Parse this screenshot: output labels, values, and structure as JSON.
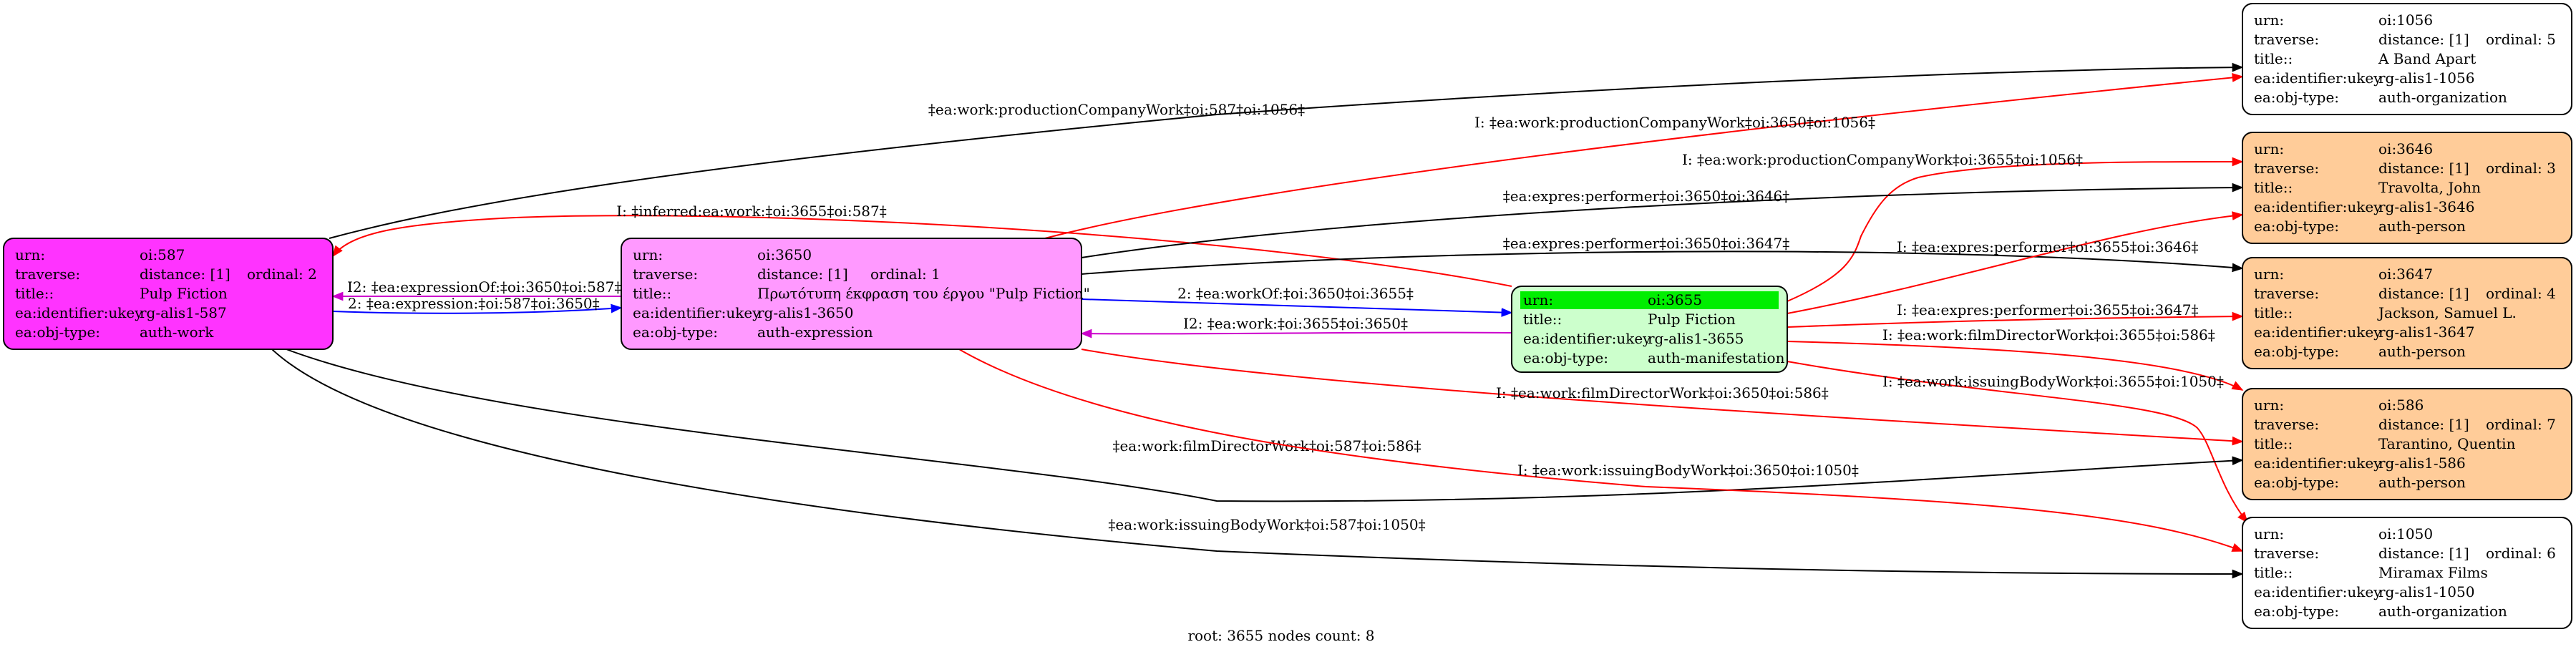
{
  "colors": {
    "auth-work": "#ff33ff",
    "auth-expression": "#ff99ff",
    "auth-manifestation": "#ccffcc",
    "auth-person": "#ffcc99",
    "auth-organization": "#ffffff",
    "root-highlight": "#00ee00",
    "edge-black": "#000000",
    "edge-red": "#ff0000",
    "edge-blue": "#0000ff",
    "edge-magenta": "#cc00cc"
  },
  "nodes": [
    {
      "id": "oi587",
      "fill": "auth-work",
      "rows": [
        [
          "urn:",
          "oi:587",
          ""
        ],
        [
          "traverse:",
          "distance: [1]",
          "ordinal: 2"
        ],
        [
          "title::",
          "Pulp Fiction",
          ""
        ],
        [
          "ea:identifier:ukey",
          "rg-alis1-587",
          ""
        ],
        [
          "ea:obj-type:",
          "auth-work",
          ""
        ]
      ]
    },
    {
      "id": "oi3650",
      "fill": "auth-expression",
      "rows": [
        [
          "urn:",
          "oi:3650",
          ""
        ],
        [
          "traverse:",
          "distance: [1]",
          "ordinal: 1"
        ],
        [
          "title::",
          "Πρωτότυπη έκφραση του έργου \"Pulp Fiction\"",
          ""
        ],
        [
          "ea:identifier:ukey",
          "rg-alis1-3650",
          ""
        ],
        [
          "ea:obj-type:",
          "auth-expression",
          ""
        ]
      ]
    },
    {
      "id": "oi3655",
      "fill": "auth-manifestation",
      "root": true,
      "rows": [
        [
          "urn:",
          "oi:3655",
          ""
        ],
        [
          "title::",
          "Pulp Fiction",
          ""
        ],
        [
          "ea:identifier:ukey",
          "rg-alis1-3655",
          ""
        ],
        [
          "ea:obj-type:",
          "auth-manifestation",
          ""
        ]
      ]
    },
    {
      "id": "oi1056",
      "fill": "auth-organization",
      "rows": [
        [
          "urn:",
          "oi:1056",
          ""
        ],
        [
          "traverse:",
          "distance: [1]",
          "ordinal: 5"
        ],
        [
          "title::",
          "A Band Apart",
          ""
        ],
        [
          "ea:identifier:ukey",
          "rg-alis1-1056",
          ""
        ],
        [
          "ea:obj-type:",
          "auth-organization",
          ""
        ]
      ]
    },
    {
      "id": "oi3646",
      "fill": "auth-person",
      "rows": [
        [
          "urn:",
          "oi:3646",
          ""
        ],
        [
          "traverse:",
          "distance: [1]",
          "ordinal: 3"
        ],
        [
          "title::",
          "Travolta, John",
          ""
        ],
        [
          "ea:identifier:ukey",
          "rg-alis1-3646",
          ""
        ],
        [
          "ea:obj-type:",
          "auth-person",
          ""
        ]
      ]
    },
    {
      "id": "oi3647",
      "fill": "auth-person",
      "rows": [
        [
          "urn:",
          "oi:3647",
          ""
        ],
        [
          "traverse:",
          "distance: [1]",
          "ordinal: 4"
        ],
        [
          "title::",
          "Jackson, Samuel L.",
          ""
        ],
        [
          "ea:identifier:ukey",
          "rg-alis1-3647",
          ""
        ],
        [
          "ea:obj-type:",
          "auth-person",
          ""
        ]
      ]
    },
    {
      "id": "oi586",
      "fill": "auth-person",
      "rows": [
        [
          "urn:",
          "oi:586",
          ""
        ],
        [
          "traverse:",
          "distance: [1]",
          "ordinal: 7"
        ],
        [
          "title::",
          "Tarantino, Quentin",
          ""
        ],
        [
          "ea:identifier:ukey",
          "rg-alis1-586",
          ""
        ],
        [
          "ea:obj-type:",
          "auth-person",
          ""
        ]
      ]
    },
    {
      "id": "oi1050",
      "fill": "auth-organization",
      "rows": [
        [
          "urn:",
          "oi:1050",
          ""
        ],
        [
          "traverse:",
          "distance: [1]",
          "ordinal: 6"
        ],
        [
          "title::",
          "Miramax Films",
          ""
        ],
        [
          "ea:identifier:ukey",
          "rg-alis1-1050",
          ""
        ],
        [
          "ea:obj-type:",
          "auth-organization",
          ""
        ]
      ]
    }
  ],
  "edges": [
    {
      "id": "e01",
      "from": "oi587",
      "to": "oi1056",
      "color": "edge-black",
      "label": "‡ea:work:productionCompanyWork‡oi:587‡oi:1056‡"
    },
    {
      "id": "e02",
      "from": "oi3650",
      "to": "oi1056",
      "color": "edge-red",
      "label": "I: ‡ea:work:productionCompanyWork‡oi:3650‡oi:1056‡"
    },
    {
      "id": "e03",
      "from": "oi3655",
      "to": "oi1056",
      "color": "edge-red",
      "label": "I: ‡ea:work:productionCompanyWork‡oi:3655‡oi:1056‡"
    },
    {
      "id": "e04",
      "from": "oi3655",
      "to": "oi587",
      "color": "edge-red",
      "label": "I: ‡inferred:ea:work:‡oi:3655‡oi:587‡"
    },
    {
      "id": "e05",
      "from": "oi3650",
      "to": "oi3646",
      "color": "edge-black",
      "label": "‡ea:expres:performer‡oi:3650‡oi:3646‡"
    },
    {
      "id": "e06",
      "from": "oi3650",
      "to": "oi3647",
      "color": "edge-black",
      "label": "‡ea:expres:performer‡oi:3650‡oi:3647‡"
    },
    {
      "id": "e07",
      "from": "oi3655",
      "to": "oi3646",
      "color": "edge-red",
      "label": "I: ‡ea:expres:performer‡oi:3655‡oi:3646‡"
    },
    {
      "id": "e08",
      "from": "oi3650",
      "to": "oi587",
      "color": "edge-magenta",
      "label": "I2: ‡ea:expressionOf:‡oi:3650‡oi:587‡"
    },
    {
      "id": "e09",
      "from": "oi587",
      "to": "oi3650",
      "color": "edge-blue",
      "label": "2: ‡ea:expression:‡oi:587‡oi:3650‡"
    },
    {
      "id": "e10",
      "from": "oi3650",
      "to": "oi3655",
      "color": "edge-blue",
      "label": "2: ‡ea:workOf:‡oi:3650‡oi:3655‡"
    },
    {
      "id": "e11",
      "from": "oi3655",
      "to": "oi3650",
      "color": "edge-magenta",
      "label": "I2: ‡ea:work:‡oi:3655‡oi:3650‡"
    },
    {
      "id": "e12",
      "from": "oi3655",
      "to": "oi3647",
      "color": "edge-red",
      "label": "I: ‡ea:expres:performer‡oi:3655‡oi:3647‡"
    },
    {
      "id": "e13",
      "from": "oi3655",
      "to": "oi586",
      "color": "edge-red",
      "label": "I: ‡ea:work:filmDirectorWork‡oi:3655‡oi:586‡"
    },
    {
      "id": "e14",
      "from": "oi3650",
      "to": "oi586",
      "color": "edge-red",
      "label": "I: ‡ea:work:filmDirectorWork‡oi:3650‡oi:586‡"
    },
    {
      "id": "e15",
      "from": "oi3655",
      "to": "oi1050",
      "color": "edge-red",
      "label": "I: ‡ea:work:issuingBodyWork‡oi:3655‡oi:1050‡"
    },
    {
      "id": "e16",
      "from": "oi587",
      "to": "oi586",
      "color": "edge-black",
      "label": "‡ea:work:filmDirectorWork‡oi:587‡oi:586‡"
    },
    {
      "id": "e17",
      "from": "oi3650",
      "to": "oi1050",
      "color": "edge-red",
      "label": "I: ‡ea:work:issuingBodyWork‡oi:3650‡oi:1050‡"
    },
    {
      "id": "e18",
      "from": "oi587",
      "to": "oi1050",
      "color": "edge-black",
      "label": "‡ea:work:issuingBodyWork‡oi:587‡oi:1050‡"
    }
  ],
  "footer": "root: 3655 nodes count: 8"
}
